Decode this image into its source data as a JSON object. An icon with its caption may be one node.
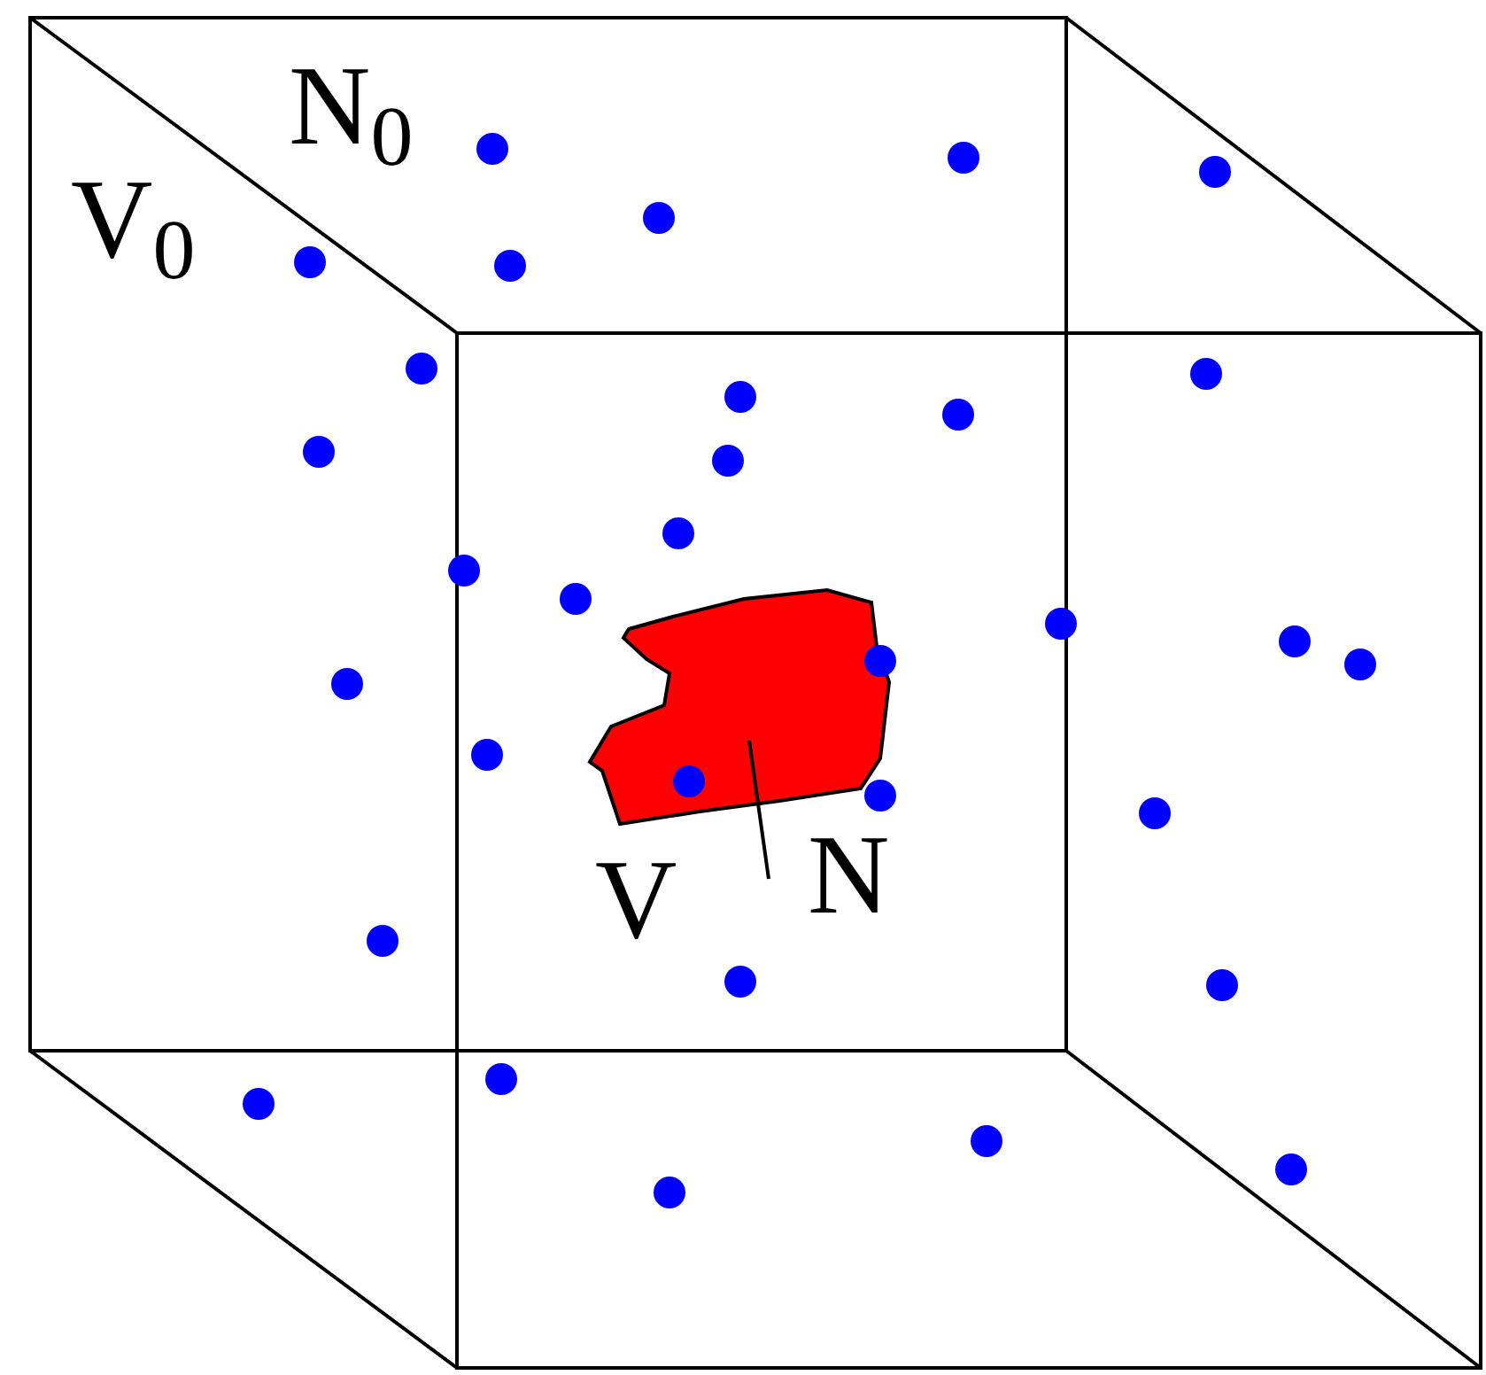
{
  "diagram": {
    "labels": [
      "N$_{0}$",
      "V$_{0}$",
      "V",
      "N"
    ]
  }
}
